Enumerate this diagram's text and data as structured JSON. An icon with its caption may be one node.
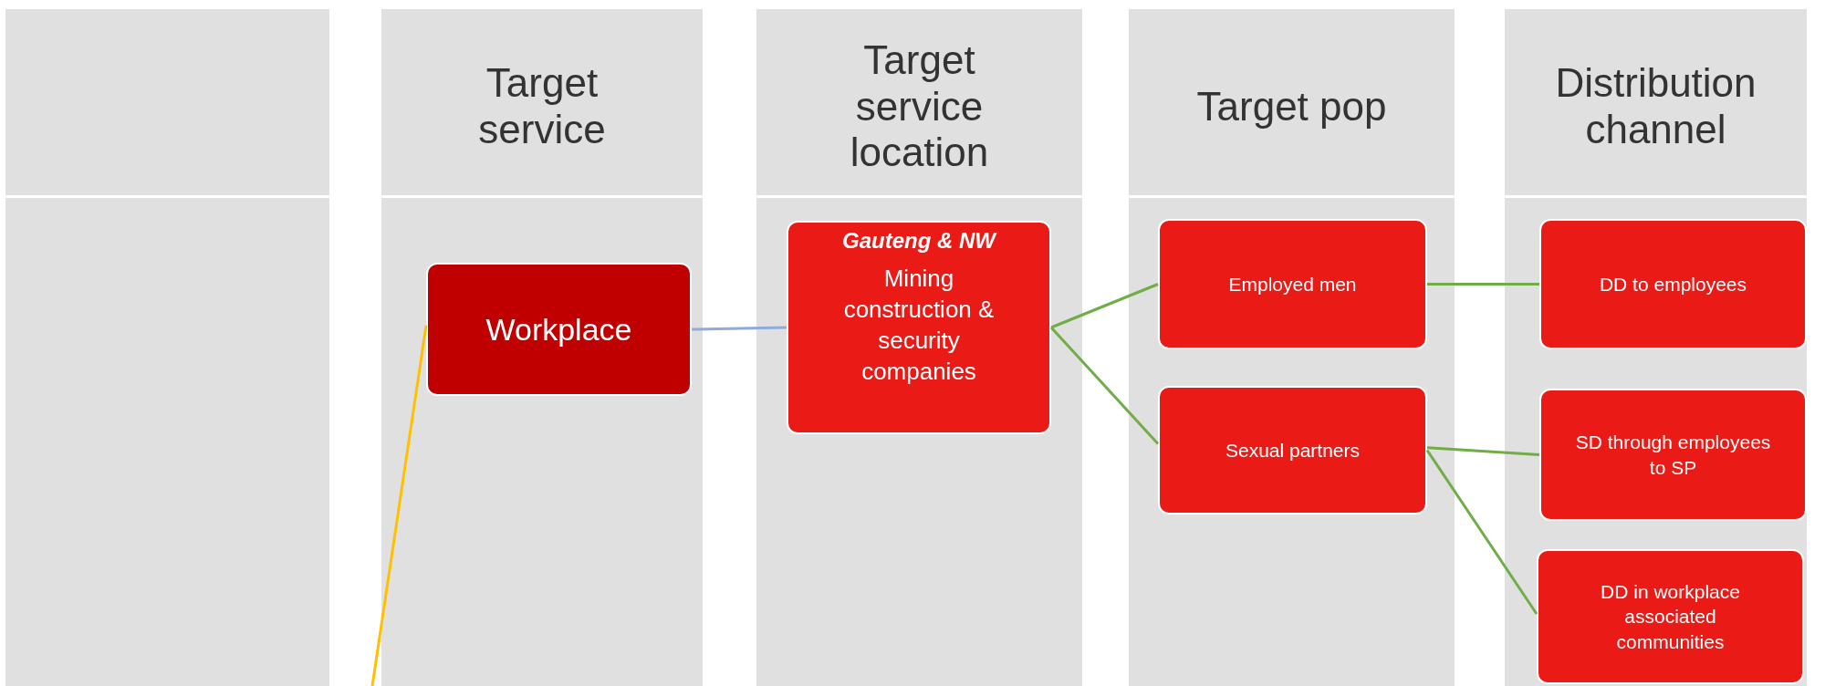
{
  "diagram": {
    "nodes": [
      {
        "text": [],
        "shape": "box"
      },
      {
        "text": [
          "Target service"
        ]
      },
      {
        "text": [
          "Target service location"
        ]
      },
      {
        "text": [
          "Target pop"
        ]
      },
      {
        "text": [
          "Distribution channel"
        ]
      },
      {
        "text": [],
        "shape": "box"
      },
      {
        "text": [],
        "shape": "box"
      },
      {
        "text": [],
        "shape": "box"
      },
      {
        "text": [],
        "shape": "box"
      },
      {
        "text": [],
        "shape": "box"
      },
      {
        "text": [
          "Workplace"
        ],
        "in": 6
      },
      {
        "text": [
          "Gauteng & NW",
          "Mining construction & security companies"
        ],
        "in": 7
      },
      {
        "text": [
          "Employed men"
        ],
        "in": 8
      },
      {
        "text": [
          "Sexual partners"
        ],
        "in": 8
      },
      {
        "text": [
          "DD to employees"
        ],
        "in": 9
      },
      {
        "text": [
          "SD through employees to SP"
        ],
        "in": 9
      },
      {
        "text": [
          "DD in workplace associated communities"
        ],
        "in": 9
      }
    ],
    "edges": [
      {
        "from": null,
        "to": 10,
        "arrow": "none",
        "color": "#ffc000"
      },
      {
        "from": 10,
        "to": 11,
        "arrow": "none",
        "color": "#8faadc"
      },
      {
        "from": 11,
        "to": 12,
        "arrow": "none"
      },
      {
        "from": 11,
        "to": 13,
        "arrow": "none"
      },
      {
        "from": 12,
        "to": 14,
        "arrow": "none"
      },
      {
        "from": 13,
        "to": 15,
        "arrow": "none"
      },
      {
        "from": 13,
        "to": 16,
        "arrow": "none"
      }
    ]
  }
}
